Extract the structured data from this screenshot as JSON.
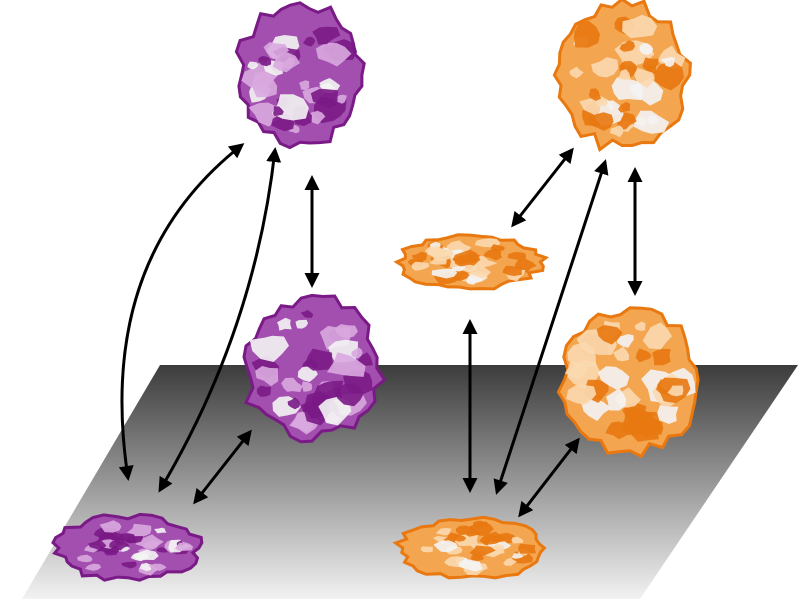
{
  "colors": {
    "purple_dark": "#7a1a86",
    "purple_mid": "#a24fb0",
    "purple_light": "#d9a9df",
    "orange_dark": "#e8780f",
    "orange_mid": "#f3a64f",
    "orange_light": "#fbd9b0",
    "highlight": "#f4f4f4",
    "plane_top": "#3c3c3c",
    "plane_bottom": "#f2f2f2",
    "arrow": "#000000"
  },
  "proteins": [
    {
      "id": "purple-top",
      "color": "purple",
      "shape": "globular"
    },
    {
      "id": "purple-middle",
      "color": "purple",
      "shape": "globular"
    },
    {
      "id": "purple-surface",
      "color": "purple",
      "shape": "flattened"
    },
    {
      "id": "orange-top",
      "color": "orange",
      "shape": "globular"
    },
    {
      "id": "orange-flat-floating",
      "color": "orange",
      "shape": "flattened"
    },
    {
      "id": "orange-middle",
      "color": "orange",
      "shape": "globular"
    },
    {
      "id": "orange-surface",
      "color": "orange",
      "shape": "flattened"
    }
  ],
  "arrows": [
    {
      "from": "purple-surface",
      "to": "purple-top",
      "style": "curved",
      "heads": "double"
    },
    {
      "from": "purple-surface",
      "to": "purple-top",
      "style": "curved",
      "heads": "double"
    },
    {
      "from": "purple-top",
      "to": "purple-middle",
      "style": "straight",
      "heads": "double"
    },
    {
      "from": "purple-surface",
      "to": "purple-middle",
      "style": "straight",
      "heads": "double"
    },
    {
      "from": "orange-flat-floating",
      "to": "orange-top",
      "style": "straight",
      "heads": "double"
    },
    {
      "from": "orange-flat-floating",
      "to": "orange-surface",
      "style": "straight",
      "heads": "double"
    },
    {
      "from": "orange-surface",
      "to": "orange-top",
      "style": "straight",
      "heads": "double"
    },
    {
      "from": "orange-top",
      "to": "orange-middle",
      "style": "straight",
      "heads": "double"
    },
    {
      "from": "orange-surface",
      "to": "orange-middle",
      "style": "straight",
      "heads": "double"
    }
  ]
}
